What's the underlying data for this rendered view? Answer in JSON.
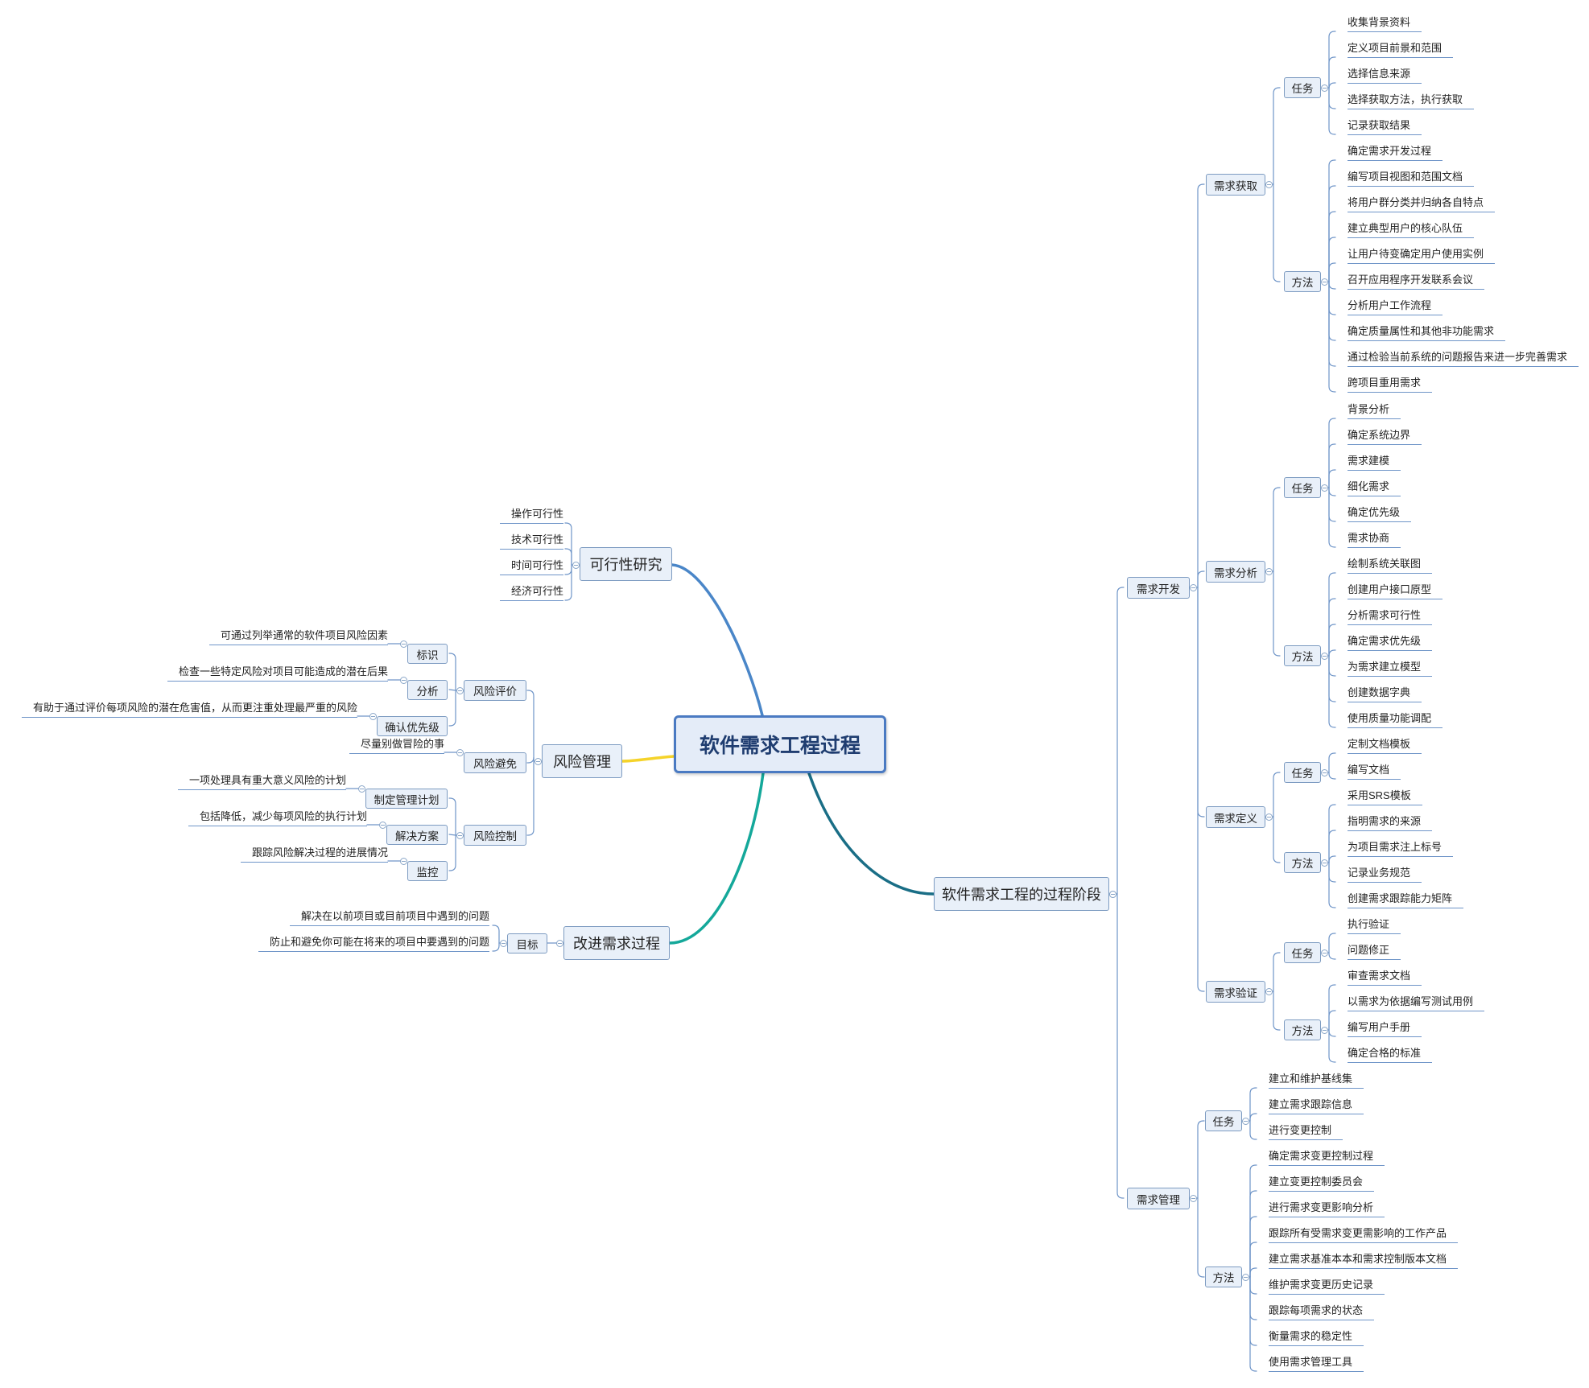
{
  "root": {
    "label": "软件需求工程过程"
  },
  "colors": {
    "blue": "#4a86c8",
    "yellow": "#f5d32a",
    "teal": "#14a89a",
    "dark_teal": "#1a6e86",
    "thin": "#6f95c8"
  },
  "left": {
    "feasibility": {
      "label": "可行性研究",
      "items": [
        "操作可行性",
        "技术可行性",
        "时间可行性",
        "经济可行性"
      ]
    },
    "risk": {
      "label": "风险管理",
      "evaluation": {
        "label": "风险评价",
        "identify": {
          "label": "标识",
          "leaf": "可通过列举通常的软件项目风险因素"
        },
        "analyze": {
          "label": "分析",
          "leaf": "检查一些特定风险对项目可能造成的潜在后果"
        },
        "priority": {
          "label": "确认优先级",
          "leaf": "有助于通过评价每项风险的潜在危害值，从而更注重处理最严重的风险"
        }
      },
      "avoid": {
        "label": "风险避免",
        "leaf": "尽量别做冒险的事"
      },
      "control": {
        "label": "风险控制",
        "plan": {
          "label": "制定管理计划",
          "leaf": "一项处理具有重大意义风险的计划"
        },
        "solution": {
          "label": "解决方案",
          "leaf": "包括降低，减少每项风险的执行计划"
        },
        "monitor": {
          "label": "监控",
          "leaf": "跟踪风险解决过程的进展情况"
        }
      }
    },
    "improve": {
      "label": "改进需求过程",
      "goal": {
        "label": "目标",
        "items": [
          "解决在以前项目或目前项目中遇到的问题",
          "防止和避免你可能在将来的项目中要遇到的问题"
        ]
      }
    }
  },
  "right": {
    "stages": {
      "label": "软件需求工程的过程阶段"
    },
    "development": {
      "label": "需求开发",
      "elicitation": {
        "label": "需求获取",
        "tasks": {
          "label": "任务",
          "items": [
            "收集背景资料",
            "定义项目前景和范围",
            "选择信息来源",
            "选择获取方法，执行获取",
            "记录获取结果"
          ]
        },
        "methods": {
          "label": "方法",
          "items": [
            "确定需求开发过程",
            "编写项目视图和范围文档",
            "将用户群分类并归纳各自特点",
            "建立典型用户的核心队伍",
            "让用户待变确定用户使用实例",
            "召开应用程序开发联系会议",
            "分析用户工作流程",
            "确定质量属性和其他非功能需求",
            "通过检验当前系统的问题报告来进一步完善需求",
            "跨项目重用需求"
          ]
        }
      },
      "analysis": {
        "label": "需求分析",
        "tasks": {
          "label": "任务",
          "items": [
            "背景分析",
            "确定系统边界",
            "需求建模",
            "细化需求",
            "确定优先级",
            "需求协商"
          ]
        },
        "methods": {
          "label": "方法",
          "items": [
            "绘制系统关联图",
            "创建用户接口原型",
            "分析需求可行性",
            "确定需求优先级",
            "为需求建立模型",
            "创建数据字典",
            "使用质量功能调配"
          ]
        }
      },
      "definition": {
        "label": "需求定义",
        "tasks": {
          "label": "任务",
          "items": [
            "定制文档模板",
            "编写文档"
          ]
        },
        "methods": {
          "label": "方法",
          "items": [
            "采用SRS模板",
            "指明需求的来源",
            "为项目需求注上标号",
            "记录业务规范",
            "创建需求跟踪能力矩阵"
          ]
        }
      },
      "validation": {
        "label": "需求验证",
        "tasks": {
          "label": "任务",
          "items": [
            "执行验证",
            "问题修正"
          ]
        },
        "methods": {
          "label": "方法",
          "items": [
            "审查需求文档",
            "以需求为依据编写测试用例",
            "编写用户手册",
            "确定合格的标准"
          ]
        }
      }
    },
    "management": {
      "label": "需求管理",
      "tasks": {
        "label": "任务",
        "items": [
          "建立和维护基线集",
          "建立需求跟踪信息",
          "进行变更控制"
        ]
      },
      "methods": {
        "label": "方法",
        "items": [
          "确定需求变更控制过程",
          "建立变更控制委员会",
          "进行需求变更影响分析",
          "跟踪所有受需求变更需影响的工作产品",
          "建立需求基准本本和需求控制版本文档",
          "维护需求变更历史记录",
          "跟踪每项需求的状态",
          "衡量需求的稳定性",
          "使用需求管理工具"
        ]
      }
    }
  }
}
